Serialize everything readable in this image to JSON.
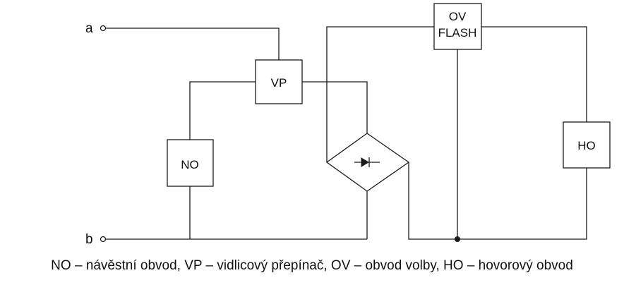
{
  "terminals": {
    "a": "a",
    "b": "b"
  },
  "blocks": {
    "no": "NO",
    "vp": "VP",
    "ov_line1": "OV",
    "ov_line2": "FLASH",
    "ho": "HO"
  },
  "caption": "NO – návěstní obvod, VP – vidlicový přepínač, OV – obvod volby, HO – hovorový obvod"
}
